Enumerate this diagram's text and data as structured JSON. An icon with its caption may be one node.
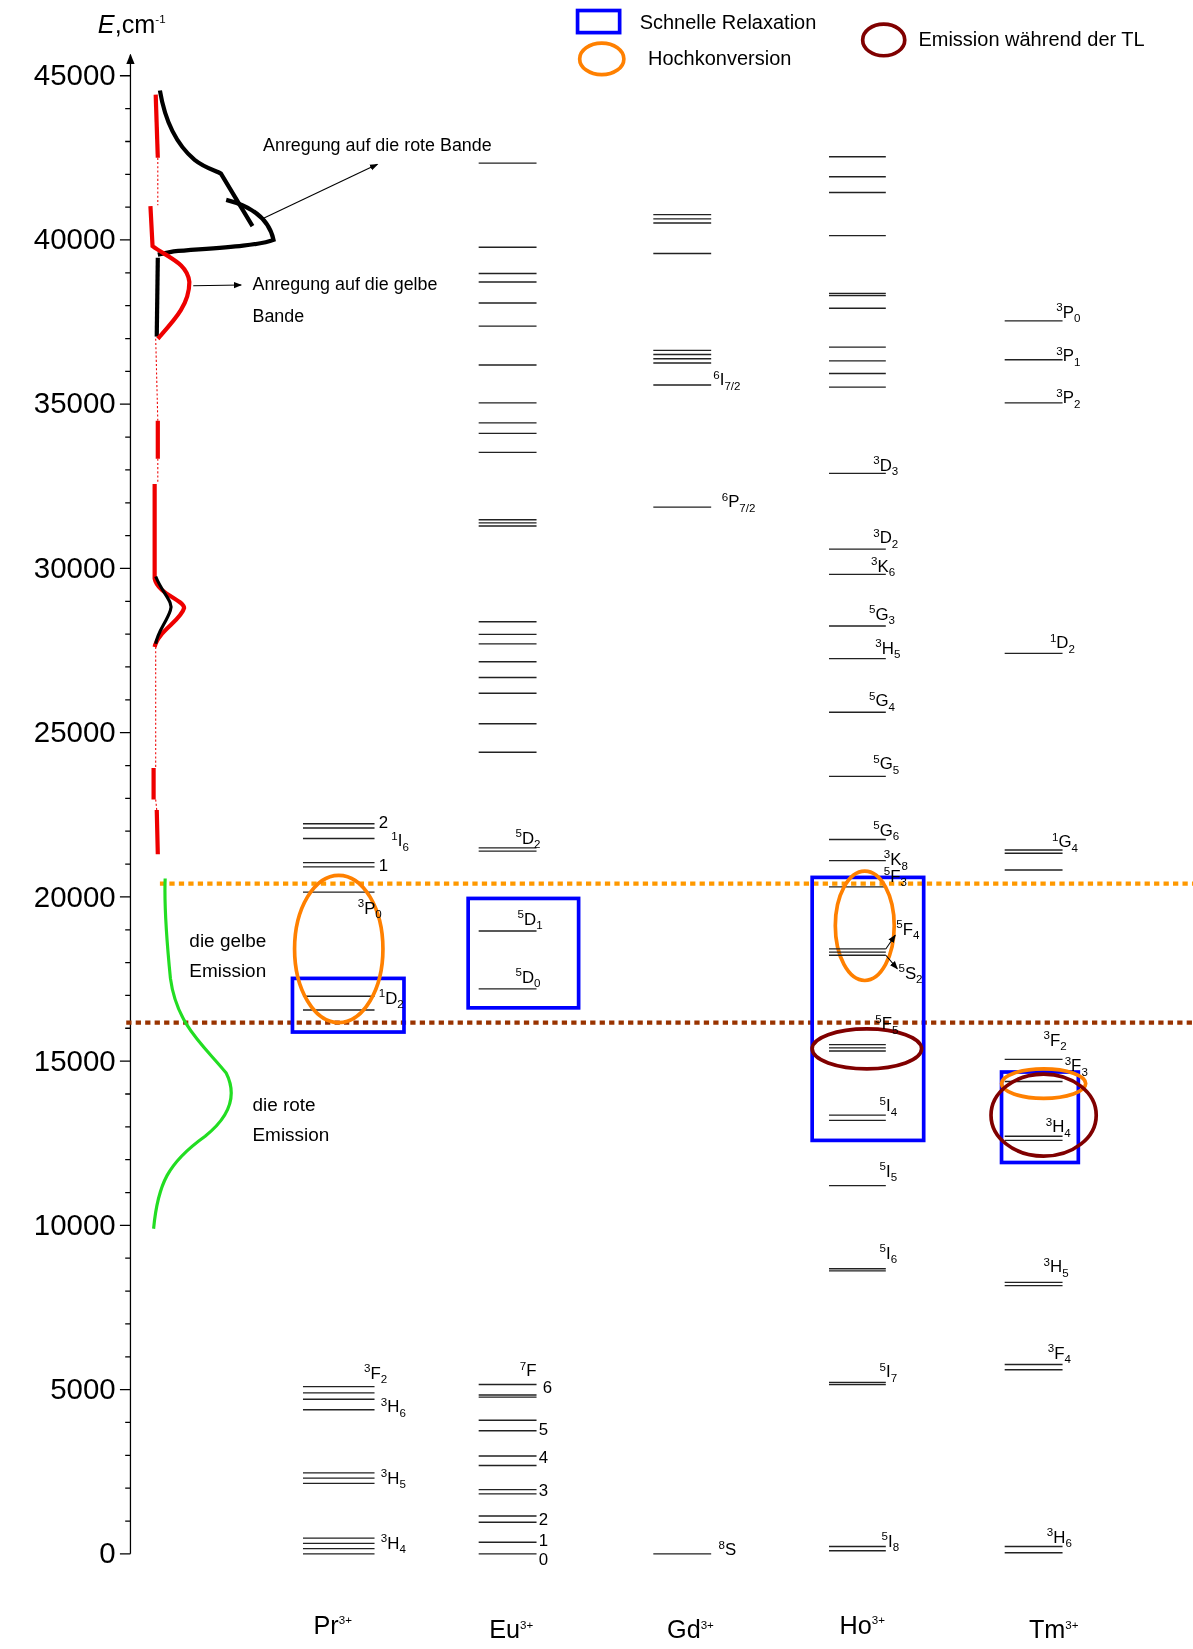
{
  "diagram": {
    "nodes": [
      {
        "text": [],
        "shape": "picture"
      },
      {
        "text": [
          "Anregung auf die  rote Bande"
        ]
      },
      {
        "text": [],
        "shape": "picture"
      },
      {
        "text": [
          "Anregung auf die  gelbe Bande"
        ]
      },
      {
        "text": [],
        "shape": "bar"
      },
      {
        "text": [
          "$^{5}$F$_{4}$"
        ]
      },
      {
        "text": [
          "$^{5}$S$_{2}$"
        ]
      }
    ],
    "edges": [
      {
        "from": 0,
        "to": 1,
        "arrow": "to"
      },
      {
        "from": 2,
        "to": 3,
        "arrow": "to"
      },
      {
        "from": 4,
        "to": 5,
        "arrow": "to"
      },
      {
        "from": 4,
        "to": 6,
        "arrow": "to"
      }
    ],
    "labels": [
      "*E*,cm$^{-1}$",
      "45000",
      "40000",
      "35000",
      "30000",
      "25000",
      "20000",
      "15000",
      "10000",
      "5000",
      "0",
      "2",
      "$^{1}$I$_{6}$",
      "1",
      "$^{3}$P$_{0}$",
      "$^{1}$D$_{2}$",
      "$^{3}$F$_{2}$",
      "$^{3}$H$_{6}$",
      "$^{3}$H$_{5}$",
      "$^{3}$H$_{4}$",
      "$^{5}$D$_{2}$",
      "$^{5}$D$_{1}$",
      "$^{5}$D$_{0}$",
      "$^{7}$F",
      "6",
      "5",
      "4",
      "3",
      "2",
      "1",
      "0",
      "$^{6}$I$_{7/2}$",
      "$^{6}$P$_{7/2}$",
      "$^{8}$S",
      "$^{3}$D$_{3}$",
      "$^{3}$D$_{2}$",
      "$^{3}$K$_{6}$",
      "$^{5}$G$_{3}$",
      "$^{3}$H$_{5}$",
      "$^{5}$G$_{4}$",
      "$^{5}$G$_{5}$",
      "$^{5}$G$_{6}$",
      "$^{3}$K$_{8}$",
      "$^{5}$F$_{3}$",
      "$^{5}$F$_{5}$",
      "$^{5}$I$_{4}$",
      "$^{5}$I$_{5}$",
      "$^{5}$I$_{6}$",
      "$^{5}$I$_{7}$",
      "$^{5}$I$_{8}$",
      "$^{3}$P$_{0}$",
      "$^{3}$P$_{1}$",
      "$^{3}$P$_{2}$",
      "$^{1}$D$_{2}$",
      "$^{1}$G$_{4}$",
      "$^{3}$F$_{2}$",
      "$^{3}$F$_{3}$",
      "$^{3}$H$_{4}$",
      "$^{3}$H$_{5}$",
      "$^{3}$F$_{4}$",
      "$^{3}$H$_{6}$",
      "die  gelbe Emission",
      "die  rote Emission",
      "Pr$^{3+}$",
      "Eu$^{3+}$",
      "Gd$^{3+}$",
      "Ho$^{3+}$",
      "Tm$^{3+}$"
    ],
    "legend": [
      {
        "text": "Schnelle Relaxation"
      },
      {
        "text": "Hochkonversion"
      },
      {
        "text": "Emission während der TL"
      }
    ]
  }
}
